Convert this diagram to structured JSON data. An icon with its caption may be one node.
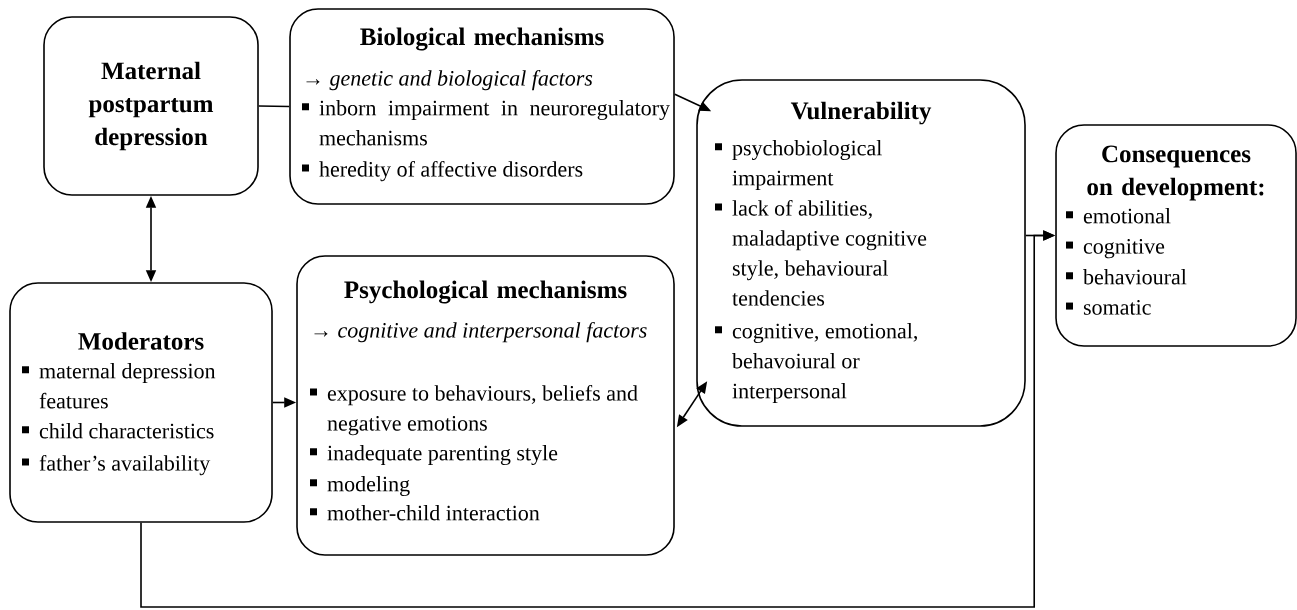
{
  "diagram": {
    "nodes": [
      {
        "text": [
          "Maternal postpartum depression"
        ]
      },
      {
        "text": [
          "Biological mechanisms",
          "→ *genetic and biological factors*",
          "inborn impairment in neuroregulatory mechanisms",
          "heredity of affective disorders"
        ]
      },
      {
        "text": [
          "Moderators",
          "maternal depression features",
          "child characteristics",
          "father’s availability"
        ]
      },
      {
        "text": [
          "Psychological mechanisms",
          "→ *cognitive and interpersonal factors*",
          "exposure to behaviours, beliefs and negative emotions",
          "inadequate parenting style",
          "modeling",
          "mother-child interaction"
        ]
      },
      {
        "text": [
          "Vulnerability",
          "psychobiological impairment",
          "lack of abilities, maladaptive cognitive style, behavioural tendencies",
          "cognitive, emotional, behavoiural or interpersonal"
        ]
      },
      {
        "text": [
          "Consequences on development:",
          "emotional",
          "cognitive",
          "behavioural",
          "somatic"
        ]
      }
    ],
    "edges": [
      {
        "from": 0,
        "to": 1,
        "arrow": "none"
      },
      {
        "from": 1,
        "to": 4,
        "arrow": "to"
      },
      {
        "from": 0,
        "to": 2,
        "arrow": "both"
      },
      {
        "from": 2,
        "to": 3,
        "arrow": "to"
      },
      {
        "from": 3,
        "to": 4,
        "arrow": "both"
      },
      {
        "from": 4,
        "to": 5,
        "arrow": "to"
      },
      {
        "from": 2,
        "to": 5,
        "arrow": "to"
      }
    ]
  }
}
